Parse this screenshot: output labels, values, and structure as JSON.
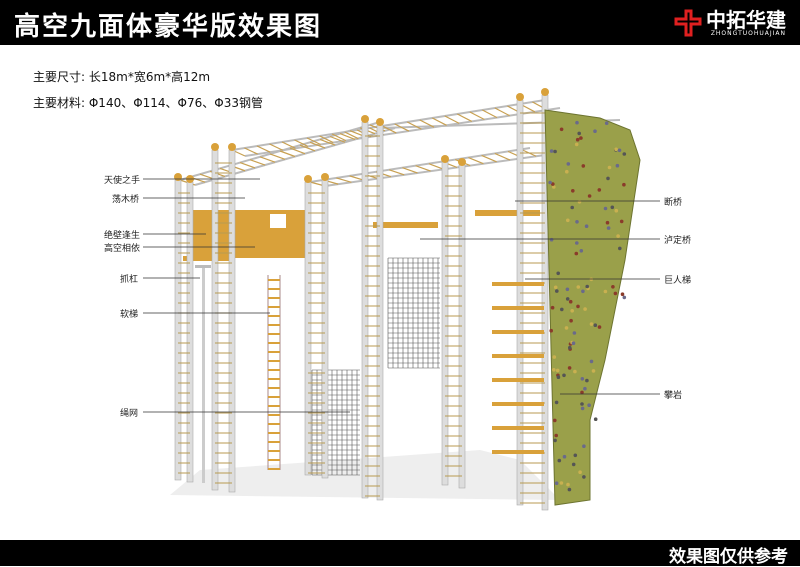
{
  "header": {
    "title": "高空九面体豪华版效果图",
    "brand_name": "中拓华建",
    "brand_sub": "ZHONGTUOHUAJIAN"
  },
  "specs": {
    "size": "主要尺寸: 长18m*宽6m*高12m",
    "material": "主要材料: Φ140、Φ114、Φ76、Φ33钢管"
  },
  "labels_left": [
    "天使之手",
    "荡木桥",
    "绝壁逢生",
    "高空相依",
    "抓杠",
    "软梯",
    "绳网"
  ],
  "labels_right": [
    "断桥",
    "泸定桥",
    "巨人梯",
    "攀岩"
  ],
  "footer": {
    "disclaimer": "效果图仅供参考"
  },
  "colors": {
    "wall": "#9aa04a",
    "wood": "#d9a13a",
    "pole": "#d8d8d8",
    "brand_red": "#e02020"
  }
}
